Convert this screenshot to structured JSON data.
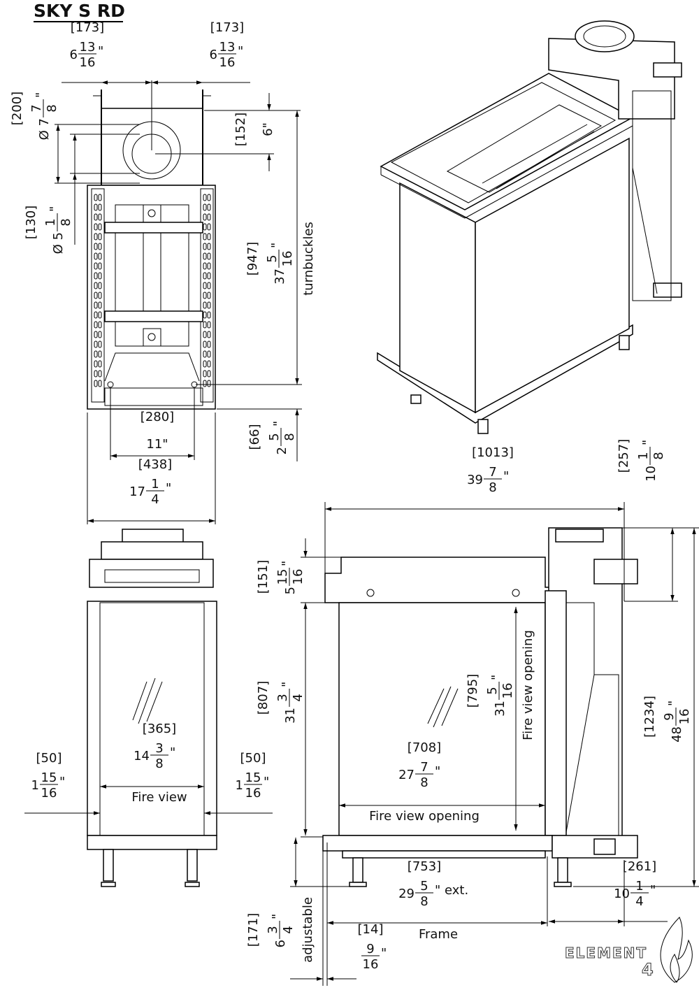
{
  "title": "SKY S RD",
  "labels": {
    "turnbuckles": "turnbuckles",
    "fire_view": "Fire view",
    "fire_view_opening_h": "Fire view opening",
    "fire_view_opening_v": "Fire view opening",
    "frame": "Frame",
    "adjustable": "adjustable"
  },
  "dimensions": {
    "d173a": {
      "mm": "[173]",
      "whole": "6",
      "num": "13",
      "den": "16",
      "suffix": "\""
    },
    "d173b": {
      "mm": "[173]",
      "whole": "6",
      "num": "13",
      "den": "16",
      "suffix": "\""
    },
    "d200": {
      "mm": "[200]",
      "whole": "Ø 7",
      "num": "7",
      "den": "8",
      "suffix": "\""
    },
    "d152": {
      "mm": "[152]",
      "whole": "6\"",
      "num": "",
      "den": "",
      "suffix": ""
    },
    "d130": {
      "mm": "[130]",
      "whole": "Ø 5",
      "num": "1",
      "den": "8",
      "suffix": "\""
    },
    "d947": {
      "mm": "[947]",
      "whole": "37",
      "num": "5",
      "den": "16",
      "suffix": "\""
    },
    "d280": {
      "mm": "[280]",
      "whole": "11\"",
      "num": "",
      "den": "",
      "suffix": ""
    },
    "d66": {
      "mm": "[66]",
      "whole": "2",
      "num": "5",
      "den": "8",
      "suffix": "\""
    },
    "d438": {
      "mm": "[438]",
      "whole": "17",
      "num": "1",
      "den": "4",
      "suffix": "\""
    },
    "d1013": {
      "mm": "[1013]",
      "whole": "39",
      "num": "7",
      "den": "8",
      "suffix": "\""
    },
    "d257": {
      "mm": "[257]",
      "whole": "10",
      "num": "1",
      "den": "8",
      "suffix": "\""
    },
    "d151": {
      "mm": "[151]",
      "whole": "5",
      "num": "15",
      "den": "16",
      "suffix": "\""
    },
    "d807": {
      "mm": "[807]",
      "whole": "31",
      "num": "3",
      "den": "4",
      "suffix": "\""
    },
    "d795": {
      "mm": "[795]",
      "whole": "31",
      "num": "5",
      "den": "16",
      "suffix": "\""
    },
    "d1234": {
      "mm": "[1234]",
      "whole": "48",
      "num": "9",
      "den": "16",
      "suffix": "\""
    },
    "d365": {
      "mm": "[365]",
      "whole": "14",
      "num": "3",
      "den": "8",
      "suffix": "\""
    },
    "d50a": {
      "mm": "[50]",
      "whole": "1",
      "num": "15",
      "den": "16",
      "suffix": "\""
    },
    "d50b": {
      "mm": "[50]",
      "whole": "1",
      "num": "15",
      "den": "16",
      "suffix": "\""
    },
    "d708": {
      "mm": "[708]",
      "whole": "27",
      "num": "7",
      "den": "8",
      "suffix": "\""
    },
    "d753": {
      "mm": "[753]",
      "whole": "29",
      "num": "5",
      "den": "8",
      "suffix": "\" ext."
    },
    "d261": {
      "mm": "[261]",
      "whole": "10",
      "num": "1",
      "den": "4",
      "suffix": "\""
    },
    "d171": {
      "mm": "[171]",
      "whole": "6",
      "num": "3",
      "den": "4",
      "suffix": "\""
    },
    "d14": {
      "mm": "[14]",
      "whole": "",
      "num": "9",
      "den": "16",
      "suffix": "\""
    }
  },
  "logo": {
    "text": "ELEMENT",
    "number": "4"
  }
}
